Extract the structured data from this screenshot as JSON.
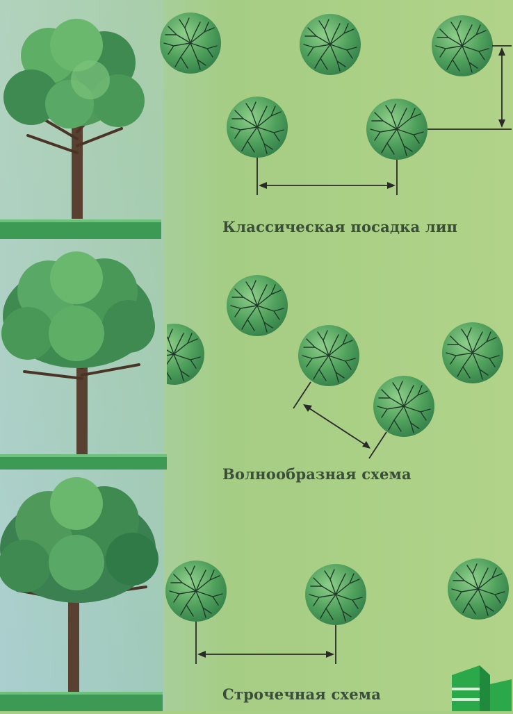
{
  "sections": [
    {
      "caption": "Классическая посадка лип"
    },
    {
      "caption": "Волнообразная схема"
    },
    {
      "caption": "Строчечная схема"
    }
  ],
  "colors": {
    "background": "#a9cf86",
    "canopy_dark": "#2f7a46",
    "canopy_light": "#8fcf8a",
    "trunk": "#5a4030",
    "ground": "#3d9a55",
    "dimension_line": "#2a2a2a",
    "caption_text": "#3a4e3a",
    "logo": "#2aa84a"
  },
  "icons": [
    "tree-side-view-icon",
    "tree-top-view-icon",
    "logo-icon"
  ]
}
